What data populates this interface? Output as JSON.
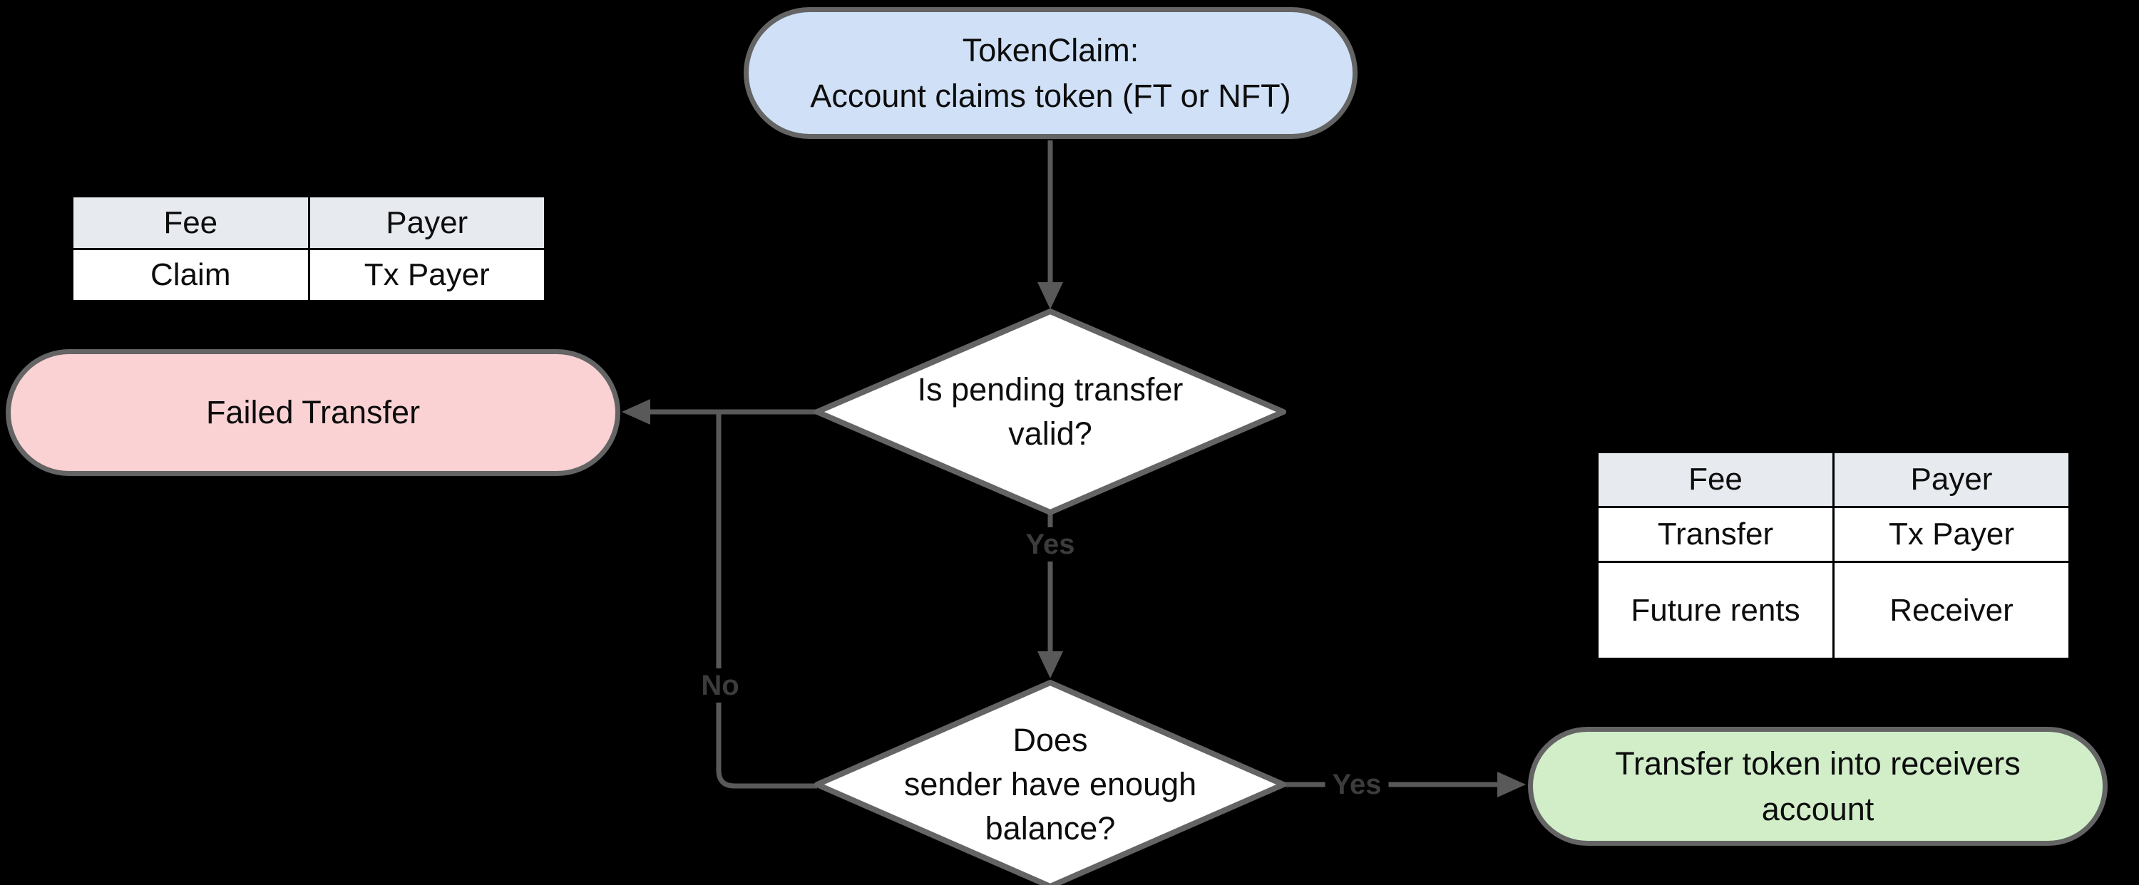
{
  "colors": {
    "background": "#000000",
    "connector": "#595959",
    "node_border": "#646464",
    "start_fill": "#cfe0f7",
    "fail_fill": "#fad2d4",
    "success_fill": "#d1eec9",
    "decision_fill": "#ffffff",
    "table_header_bg": "#e7eaee",
    "table_row_bg": "#ffffff",
    "table_border": "#000000",
    "text_color": "#0d0d0d",
    "label_color": "#3c3c3c"
  },
  "nodes": {
    "start": {
      "lines": [
        "TokenClaim:",
        "Account claims token (FT or NFT)"
      ]
    },
    "failed": {
      "label": "Failed Transfer"
    },
    "decision_valid": {
      "lines": [
        "Is pending transfer",
        "valid?"
      ]
    },
    "decision_balance": {
      "lines": [
        "Does",
        "sender have enough",
        "balance?"
      ]
    },
    "success": {
      "lines": [
        "Transfer token into receivers",
        "account"
      ]
    }
  },
  "edges": {
    "valid_yes_label": "Yes",
    "balance_no_label": "No",
    "balance_yes_label": "Yes"
  },
  "tables": {
    "claim_fees": {
      "headers": [
        "Fee",
        "Payer"
      ],
      "rows": [
        [
          "Claim",
          "Tx Payer"
        ]
      ]
    },
    "transfer_fees": {
      "headers": [
        "Fee",
        "Payer"
      ],
      "rows": [
        [
          "Transfer",
          "Tx Payer"
        ],
        [
          "Future rents",
          "Receiver"
        ]
      ]
    }
  }
}
